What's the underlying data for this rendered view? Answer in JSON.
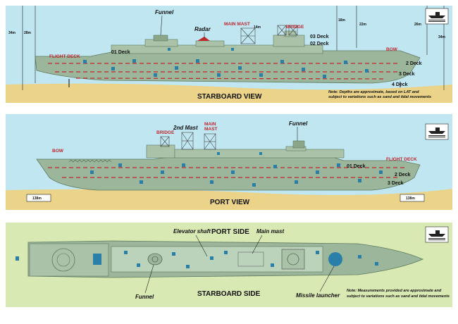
{
  "starboard": {
    "view_title": "STARBOARD VIEW",
    "labels": {
      "funnel": "Funnel",
      "radar": "Radar",
      "main_mast": "MAIN MAST",
      "bridge": "BRIDGE",
      "flight_deck": "FLIGHT DECK",
      "bow": "BOW",
      "deck_01": "01 Deck",
      "deck_02": "02 Deck",
      "deck_03": "03 Deck",
      "deck_2": "2 Deck",
      "deck_3": "3 Deck",
      "deck_4": "4 Deck"
    },
    "depths": {
      "left_outer": "34m",
      "left_inner": "28m",
      "mast": "14m",
      "mid": "18m",
      "fore": "22m",
      "bow": "26m",
      "right_outer": "34m"
    },
    "note_line1": "Note: Depths are approximate, based on LAT and",
    "note_line2": "subject to variations such as sand and tidal movements"
  },
  "port": {
    "view_title": "PORT VIEW",
    "labels": {
      "funnel": "Funnel",
      "second_mast": "2nd Mast",
      "main_mast_1": "MAIN",
      "main_mast_2": "MAST",
      "bridge": "BRIDGE",
      "bow": "BOW",
      "flight_deck": "FLIGHT DECK",
      "deck_01": "01 Deck",
      "deck_2": "2 Deck",
      "deck_3": "3 Deck"
    },
    "depths": {
      "left": "138m",
      "right": "138m"
    }
  },
  "plan": {
    "top_title": "PORT SIDE",
    "bottom_title": "STARBOARD SIDE",
    "labels": {
      "elevator_shaft": "Elevator shaft",
      "main_mast": "Main mast",
      "funnel": "Funnel",
      "missile_launcher": "Missile launcher"
    },
    "note_line1": "Note: Measurements provided are approximate and",
    "note_line2": "subject to variations such as sand and tidal movements"
  },
  "colors": {
    "sea": "#bfe6f1",
    "sand": "#ebd48a",
    "hull": "#9bb69a",
    "deck_stripe": "#c0272d",
    "porthole": "#2a7fa8",
    "plan_bg": "#d9e9b4"
  }
}
